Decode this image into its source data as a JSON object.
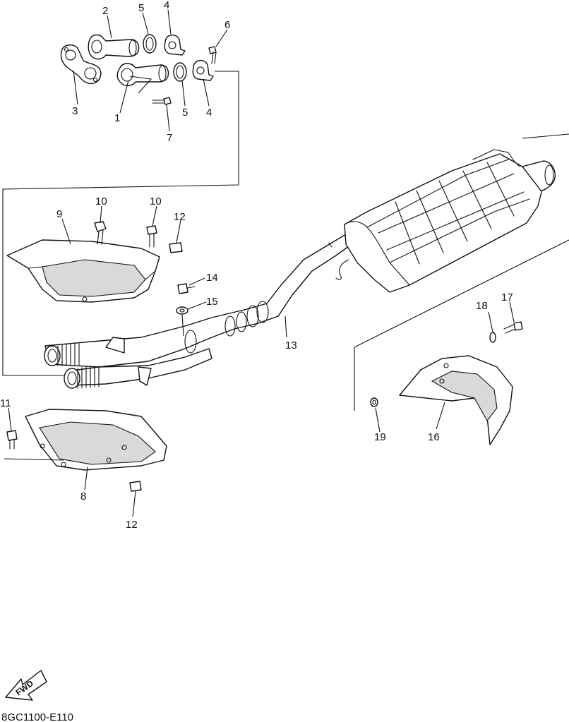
{
  "diagram_code": "8GC1100-E110",
  "fwd_label": "FWD",
  "callouts": {
    "c1": "1",
    "c2": "2",
    "c3": "3",
    "c4a": "4",
    "c4b": "4",
    "c5a": "5",
    "c5b": "5",
    "c6": "6",
    "c7": "7",
    "c8": "8",
    "c9": "9",
    "c10a": "10",
    "c10b": "10",
    "c11": "11",
    "c12a": "12",
    "c12b": "12",
    "c13": "13",
    "c14": "14",
    "c15": "15",
    "c16": "16",
    "c17": "17",
    "c18": "18",
    "c19": "19"
  }
}
